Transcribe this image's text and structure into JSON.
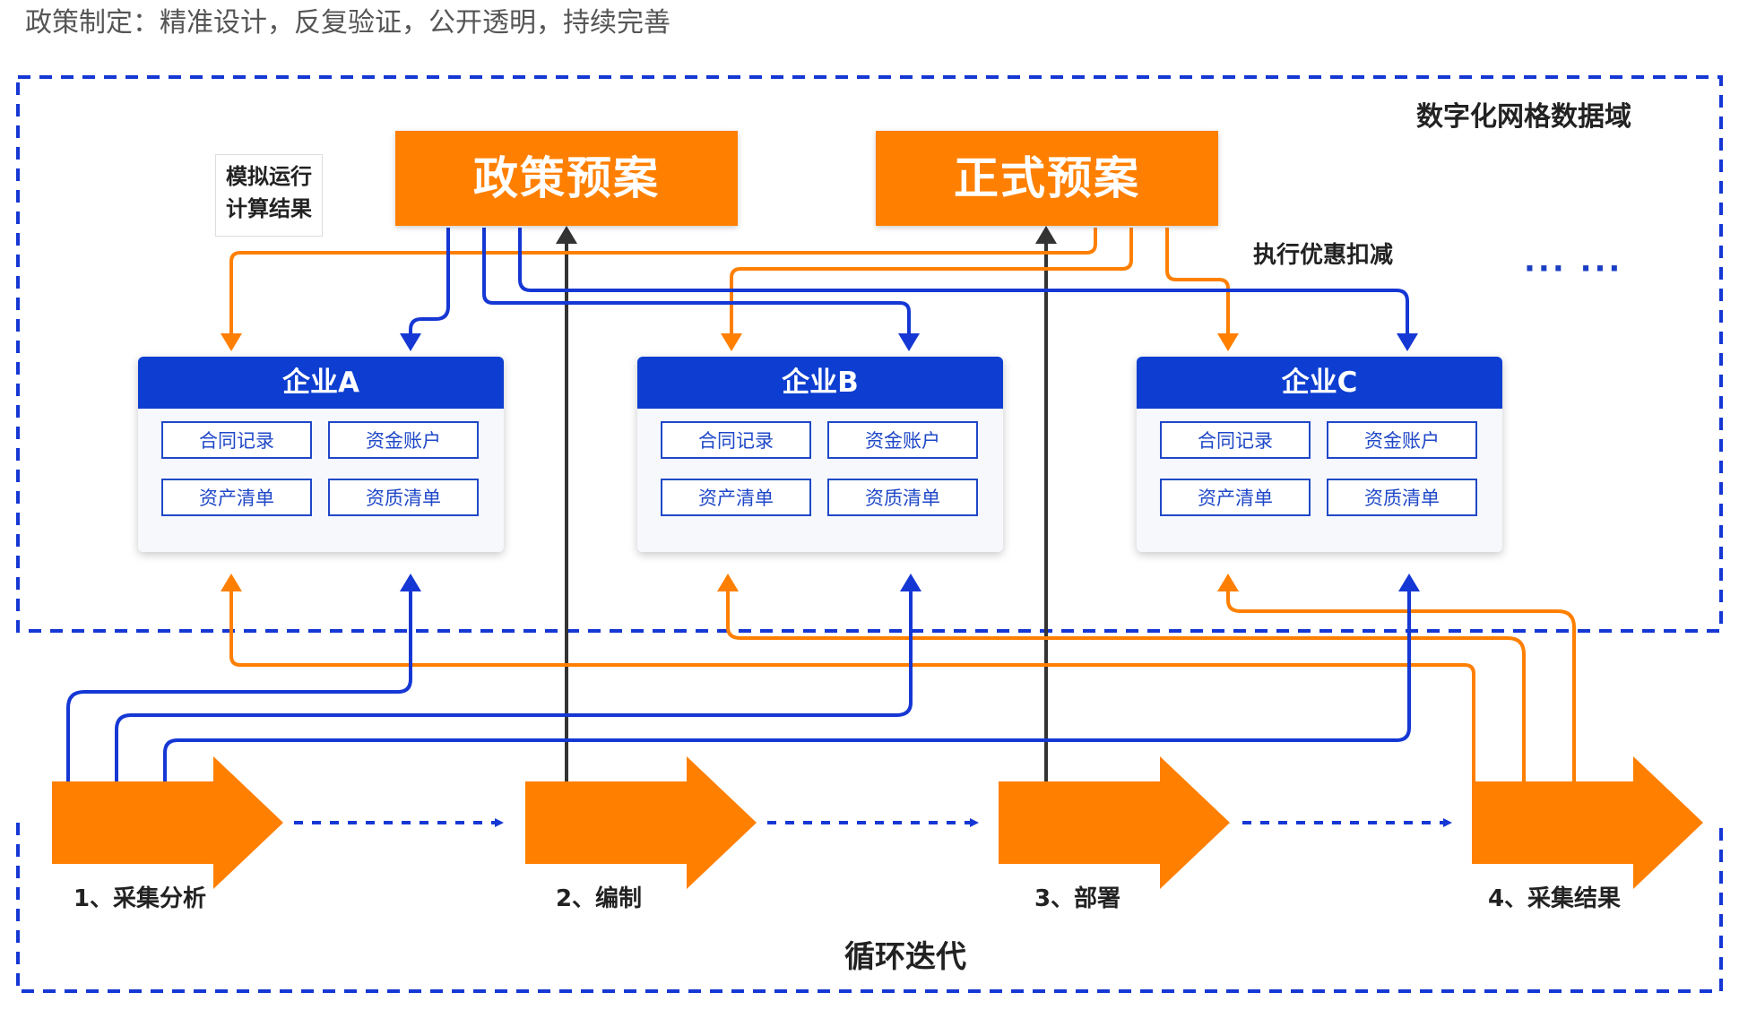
{
  "header": {
    "title": "政策制定：精准设计，反复验证，公开透明，持续完善"
  },
  "domain_label": "数字化网格数据域",
  "sim_note": {
    "line1": "模拟运行",
    "line2": "计算结果"
  },
  "plans": {
    "draft": "政策预案",
    "formal": "正式预案"
  },
  "execute_label": "执行优惠扣减",
  "ellipsis": "··· ···",
  "companies": [
    {
      "name": "企业A",
      "records": [
        "合同记录",
        "资金账户",
        "资产清单",
        "资质清单"
      ]
    },
    {
      "name": "企业B",
      "records": [
        "合同记录",
        "资金账户",
        "资产清单",
        "资质清单"
      ]
    },
    {
      "name": "企业C",
      "records": [
        "合同记录",
        "资金账户",
        "资产清单",
        "资质清单"
      ]
    }
  ],
  "steps": [
    "1、采集分析",
    "2、编制",
    "3、部署",
    "4、采集结果"
  ],
  "cycle_label": "循环迭代",
  "colors": {
    "orange": "#ff7f00",
    "blue": "#1537d4",
    "dark": "#333333",
    "header_blue": "#0d3ed1"
  }
}
